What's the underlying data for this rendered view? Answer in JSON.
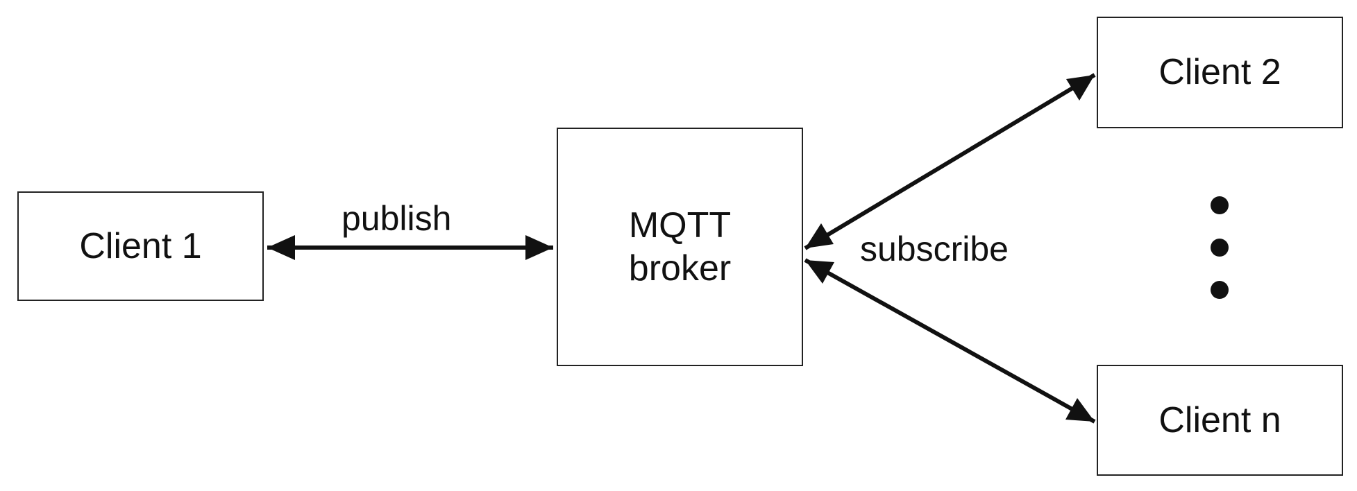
{
  "nodes": {
    "client1": "Client 1",
    "broker": "MQTT\nbroker",
    "client2": "Client 2",
    "clientn": "Client n"
  },
  "edges": {
    "publish": "publish",
    "subscribe": "subscribe"
  },
  "colors": {
    "line": "#111111",
    "box_border": "#222222"
  }
}
